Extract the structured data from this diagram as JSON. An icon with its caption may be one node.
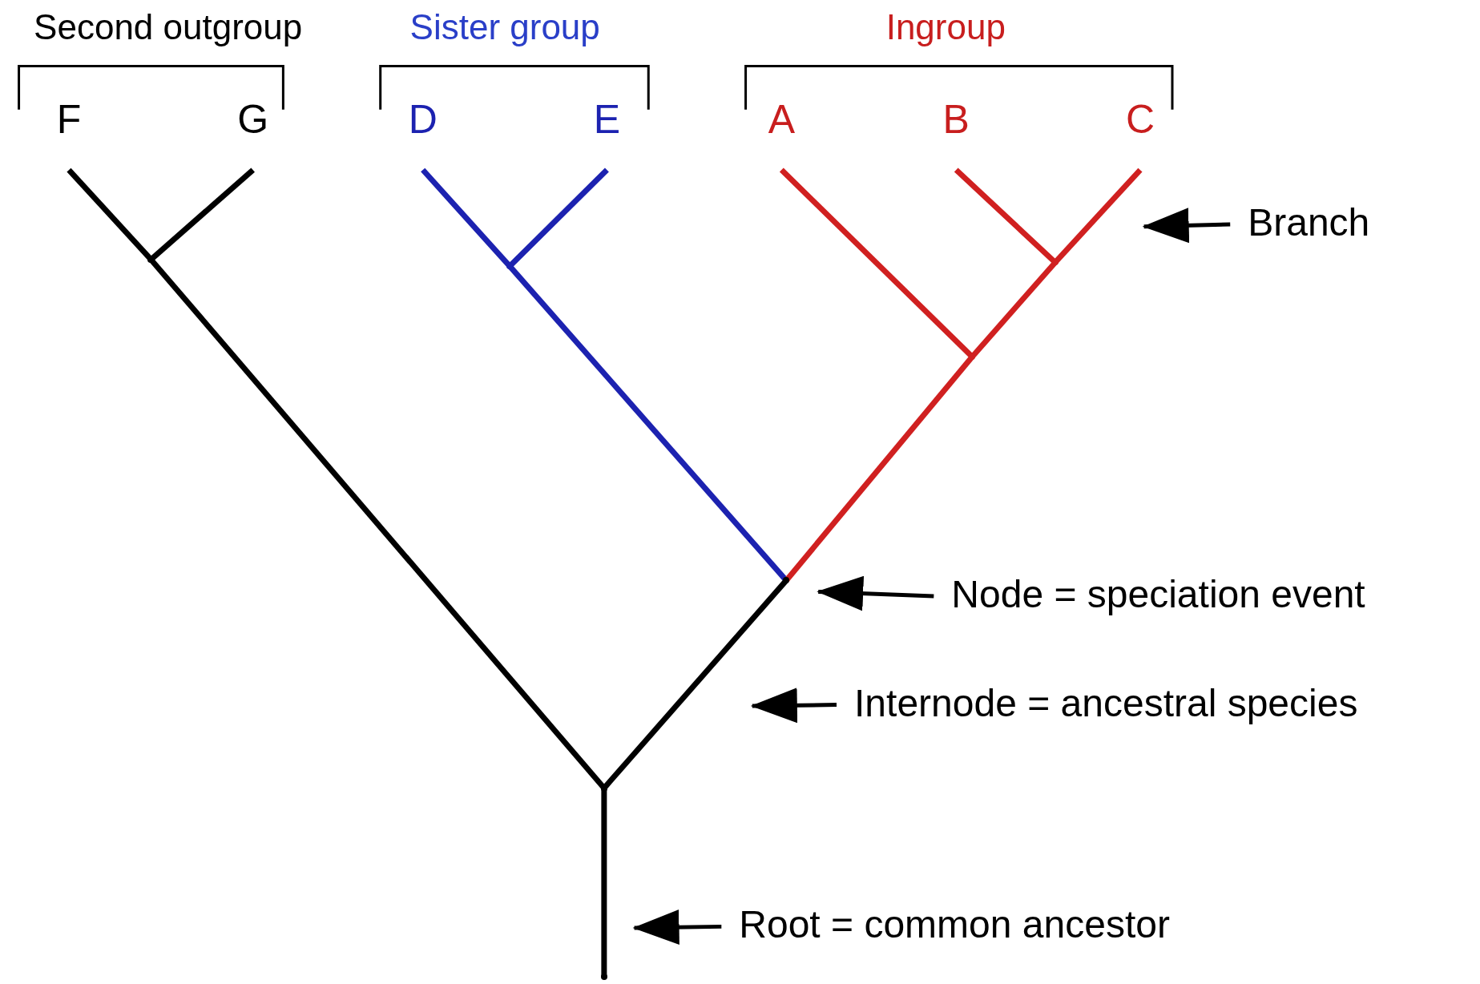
{
  "diagram": {
    "nodes": [
      {
        "text": [
          "F"
        ]
      },
      {
        "text": [
          "G"
        ]
      },
      {
        "text": [
          "D"
        ]
      },
      {
        "text": [
          "E"
        ]
      },
      {
        "text": [
          "A"
        ]
      },
      {
        "text": [
          "B"
        ]
      },
      {
        "text": [
          "C"
        ]
      },
      {
        "text": [],
        "shape": "point"
      },
      {
        "text": [],
        "shape": "point"
      },
      {
        "text": [],
        "shape": "point"
      },
      {
        "text": [],
        "shape": "point"
      },
      {
        "text": [],
        "shape": "point"
      },
      {
        "text": [],
        "shape": "point"
      },
      {
        "text": [],
        "shape": "point"
      },
      {
        "text": [
          "Branch"
        ]
      },
      {
        "text": [
          "Node = speciation event"
        ]
      },
      {
        "text": [
          "Internode = ancestral species"
        ]
      },
      {
        "text": [
          "Root = common ancestor"
        ]
      }
    ],
    "edges": [
      {
        "from": 7,
        "to": 0,
        "arrow": "none"
      },
      {
        "from": 7,
        "to": 1,
        "arrow": "none"
      },
      {
        "from": 8,
        "to": 2,
        "arrow": "none",
        "color": "#1c22b0"
      },
      {
        "from": 8,
        "to": 3,
        "arrow": "none",
        "color": "#1c22b0"
      },
      {
        "from": 9,
        "to": 5,
        "arrow": "none",
        "color": "#d02020"
      },
      {
        "from": 9,
        "to": 6,
        "arrow": "none",
        "color": "#d02020"
      },
      {
        "from": 10,
        "to": 4,
        "arrow": "none",
        "color": "#d02020"
      },
      {
        "from": 10,
        "to": 9,
        "arrow": "none",
        "color": "#d02020"
      },
      {
        "from": 11,
        "to": 8,
        "arrow": "none",
        "color": "#1c22b0"
      },
      {
        "from": 11,
        "to": 10,
        "arrow": "none",
        "color": "#d02020"
      },
      {
        "from": 12,
        "to": 7,
        "arrow": "none"
      },
      {
        "from": 12,
        "to": 11,
        "arrow": "none"
      },
      {
        "from": 13,
        "to": 12,
        "arrow": "none"
      },
      {
        "from": 14,
        "to": null,
        "arrow": "to"
      },
      {
        "from": 15,
        "to": 11,
        "arrow": "to"
      },
      {
        "from": 16,
        "to": null,
        "arrow": "to"
      },
      {
        "from": 17,
        "to": null,
        "arrow": "to"
      }
    ],
    "labels": [
      "Second outgroup",
      "Sister group",
      "Ingroup"
    ]
  }
}
